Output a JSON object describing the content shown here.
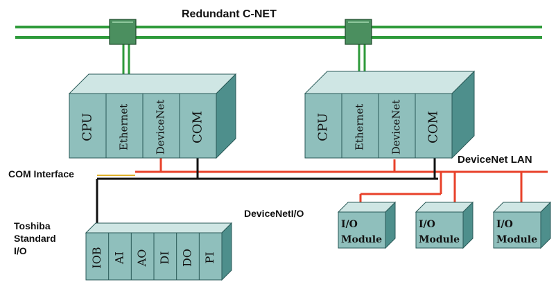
{
  "title": "Redundant C-NET",
  "controllers": [
    {
      "modules": [
        "CPU",
        "Ethernet",
        "DeviceNet",
        "COM"
      ]
    },
    {
      "modules": [
        "CPU",
        "Ethernet",
        "DeviceNet",
        "COM"
      ]
    }
  ],
  "labels": {
    "com_interface": "COM Interface",
    "devicenet_lan": "DeviceNet LAN",
    "devicenet_io": "DeviceNetI/O",
    "toshiba_line1": "Toshiba",
    "toshiba_line2": "Standard",
    "toshiba_line3": "I/O"
  },
  "io_modules": [
    {
      "line1": "I/O",
      "line2": "Module"
    },
    {
      "line1": "I/O",
      "line2": "Module"
    },
    {
      "line1": "I/O",
      "line2": "Module"
    }
  ],
  "std_io_slots": [
    "IOB",
    "AI",
    "AO",
    "DI",
    "DO",
    "PI"
  ],
  "colors": {
    "cnet": "#2e9a3a",
    "box_face": "#8fbfbc",
    "box_top": "#cfe6e4",
    "box_side": "#4e8f8c",
    "devicenet_line": "#e8412a",
    "com_line": "#111111"
  }
}
